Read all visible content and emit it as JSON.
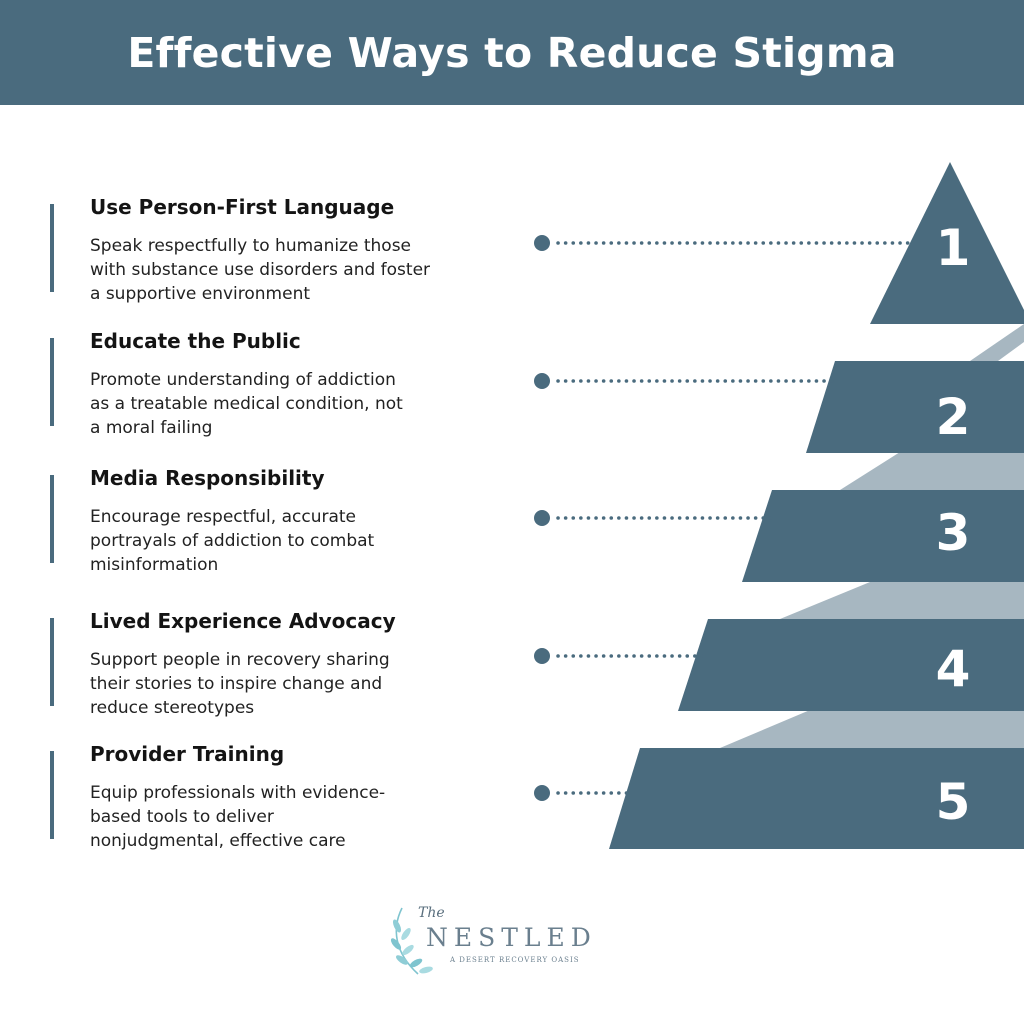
{
  "header": {
    "title": "Effective Ways to Reduce Stigma",
    "background_color": "#4a6b7e"
  },
  "colors": {
    "tier": "#4a6b7e",
    "ribbon": "#a7b7c1",
    "connector": "#4a6b7e",
    "number": "#ffffff"
  },
  "items": [
    {
      "number": "1",
      "title": "Use Person-First Language",
      "description": "Speak respectfully to humanize those\nwith substance use disorders and foster\na supportive environment"
    },
    {
      "number": "2",
      "title": "Educate the Public",
      "description": " Promote understanding of addiction\nas a treatable medical condition, not\na moral failing"
    },
    {
      "number": "3",
      "title": "Media Responsibility",
      "description": "Encourage respectful, accurate\nportrayals of addiction to combat\nmisinformation"
    },
    {
      "number": "4",
      "title": "Lived Experience Advocacy",
      "description": "Support people in recovery sharing\ntheir stories to inspire change and\nreduce stereotypes"
    },
    {
      "number": "5",
      "title": "Provider Training",
      "description": "Equip professionals with evidence-\nbased tools to deliver\nnonjudgmental, effective care"
    }
  ],
  "logo": {
    "the": "The",
    "name": "NESTLED",
    "tagline": "A DESERT RECOVERY OASIS",
    "icon": "leaf-branch-icon"
  }
}
